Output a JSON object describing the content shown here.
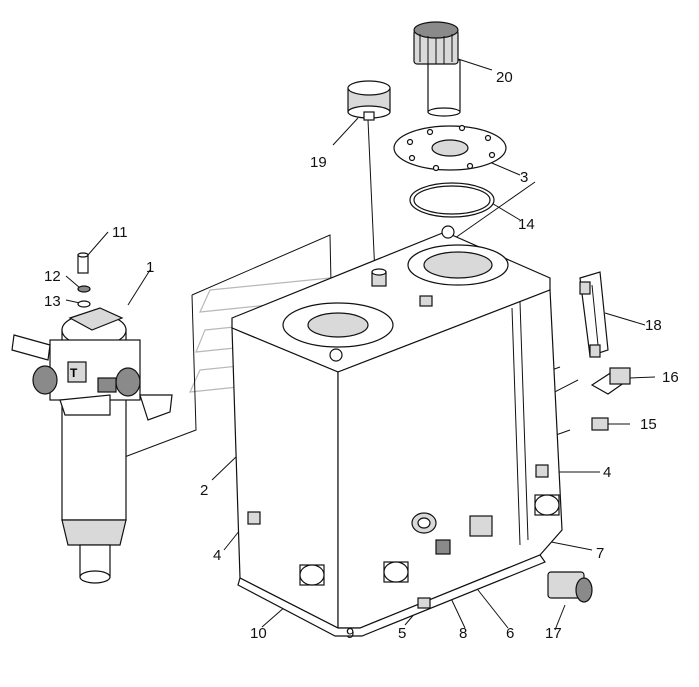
{
  "diagram": {
    "callouts": [
      "20",
      "19",
      "3",
      "14",
      "11",
      "1",
      "12",
      "13",
      "18",
      "16",
      "15",
      "4",
      "2",
      "4",
      "7",
      "10",
      "9",
      "5",
      "8",
      "6",
      "17"
    ]
  }
}
